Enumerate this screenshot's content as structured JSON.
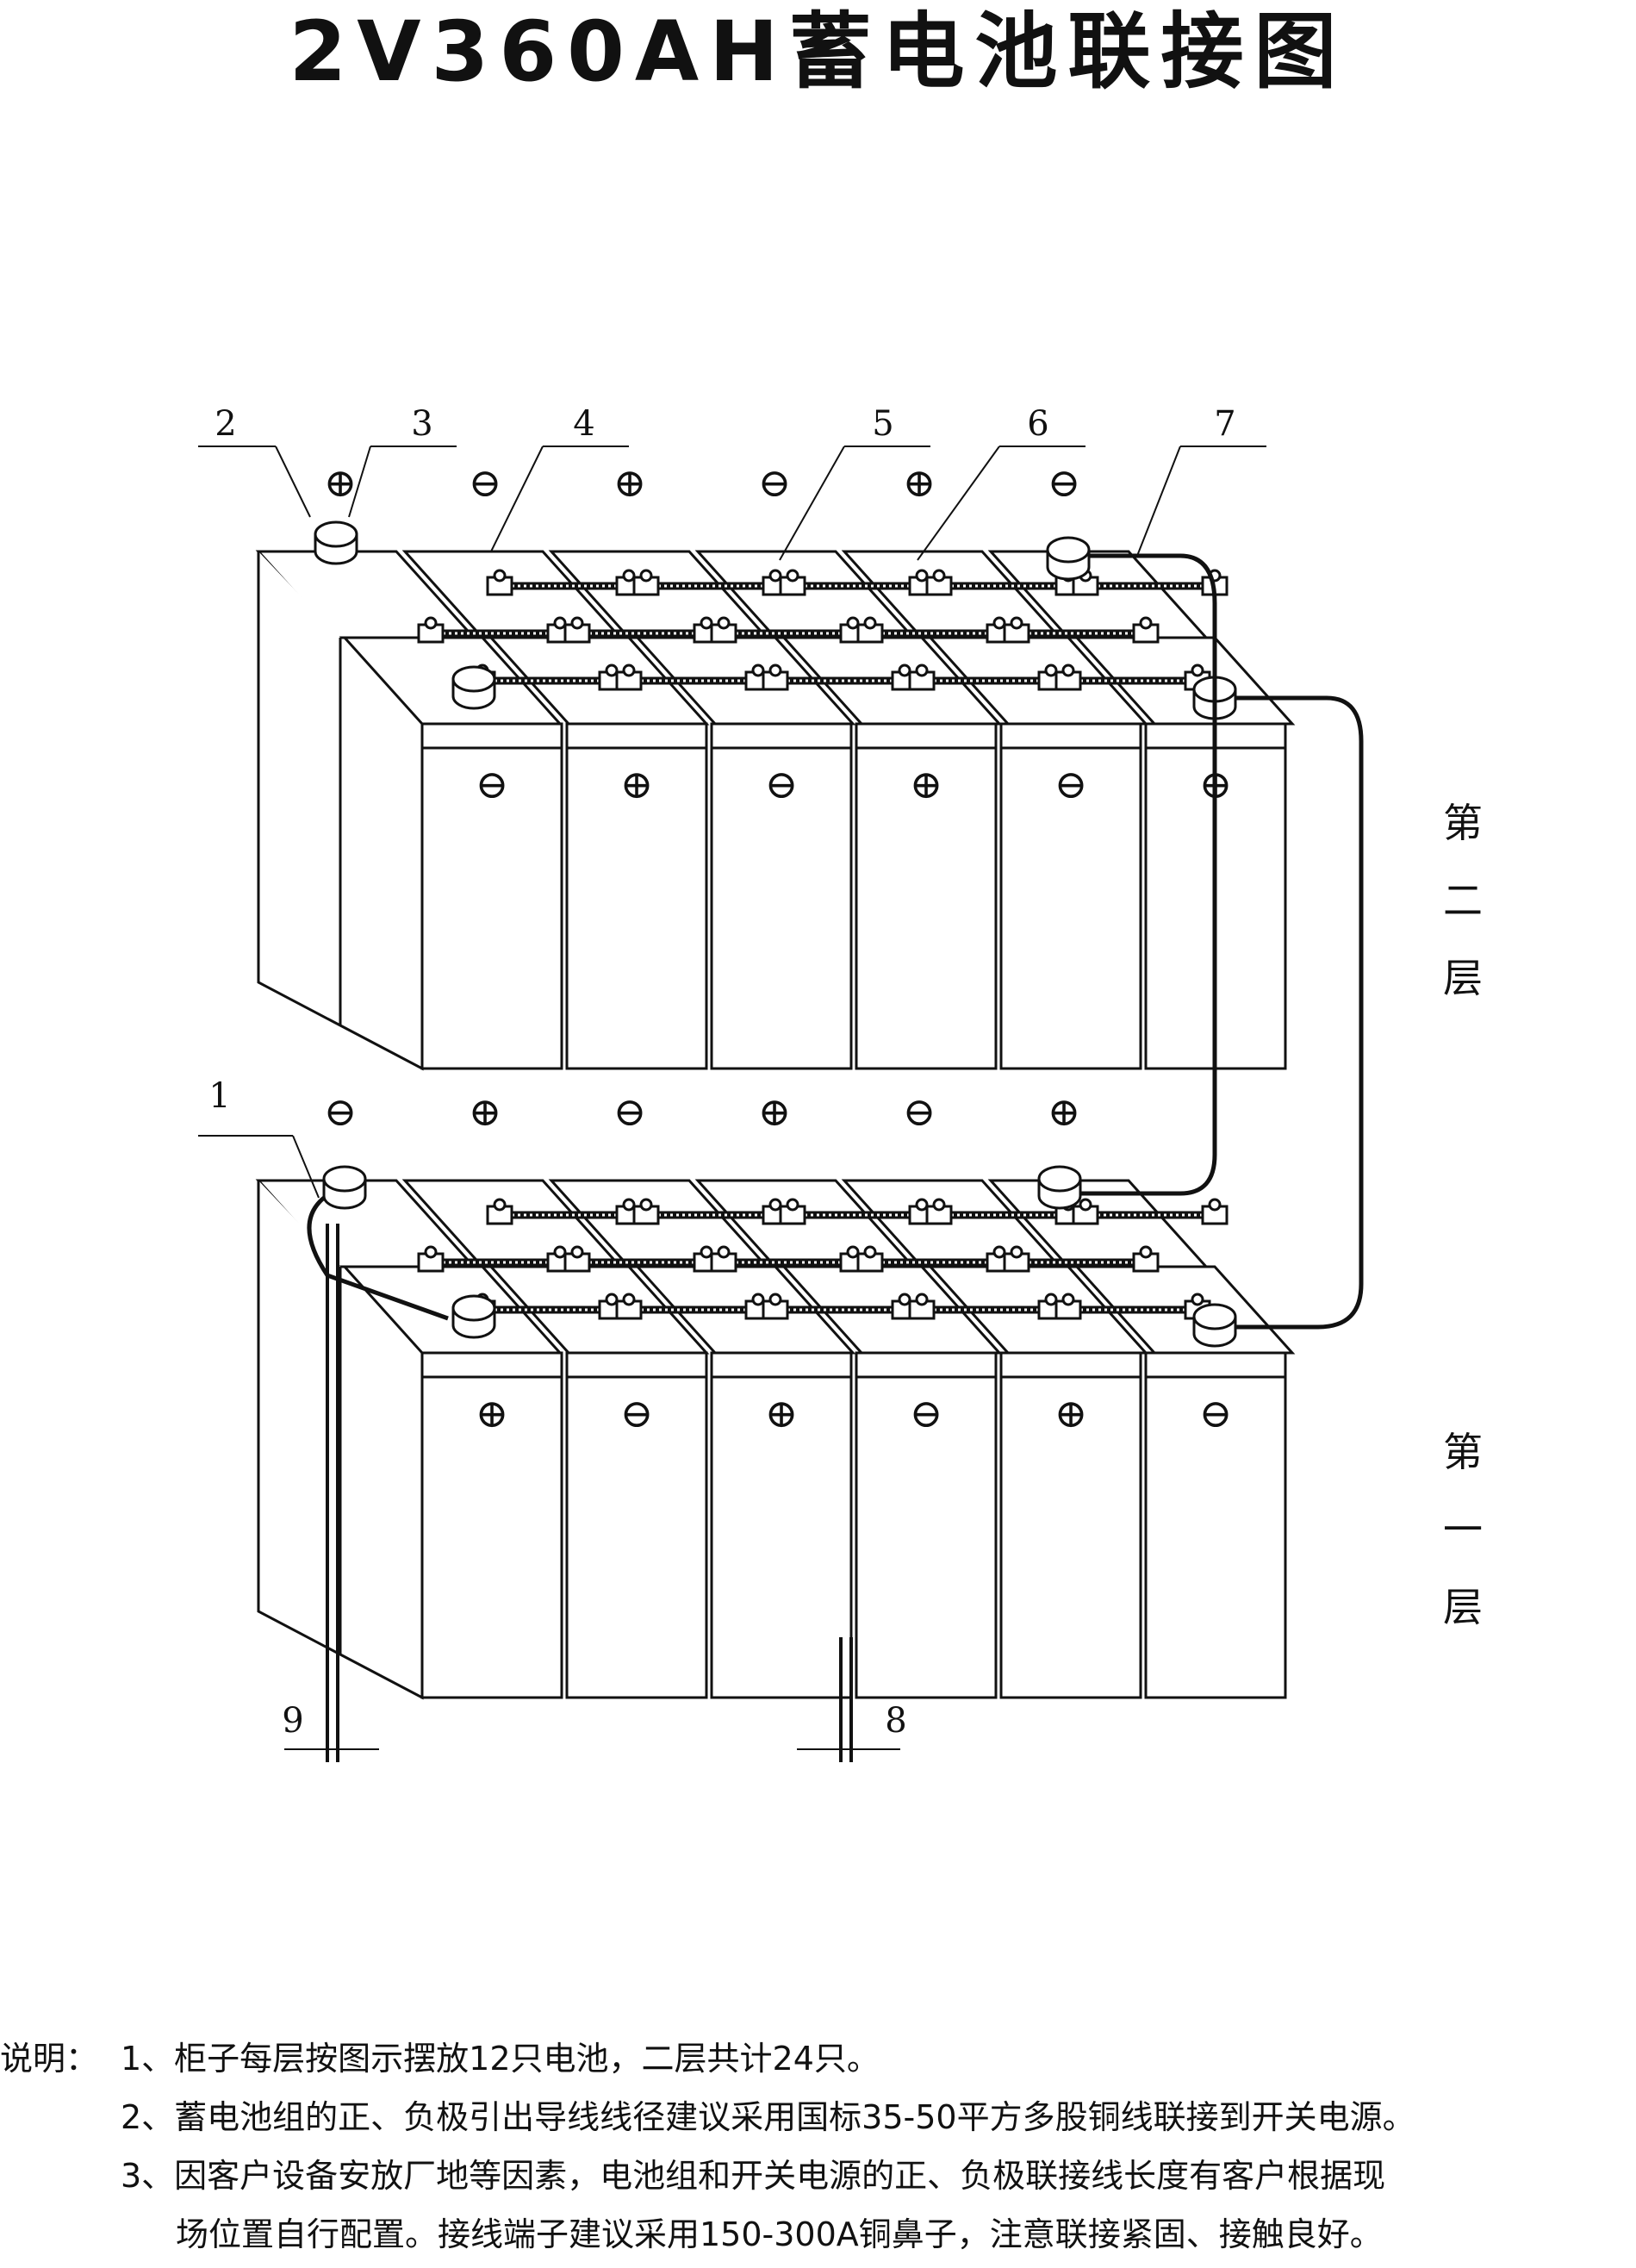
{
  "title": "2V360AH蓄电池联接图",
  "callouts": [
    "1",
    "2",
    "3",
    "4",
    "5",
    "6",
    "7",
    "8",
    "9"
  ],
  "terminals": {
    "pos": "⊕",
    "neg": "⊖"
  },
  "upper_layer": {
    "label": [
      "第",
      "二",
      "层"
    ],
    "top_symbols": [
      "pos",
      "neg",
      "pos",
      "neg",
      "pos",
      "neg"
    ],
    "front_symbols": [
      "neg",
      "pos",
      "neg",
      "pos",
      "neg",
      "pos"
    ]
  },
  "lower_layer": {
    "label": [
      "第",
      "一",
      "层"
    ],
    "top_symbols": [
      "neg",
      "pos",
      "neg",
      "pos",
      "neg",
      "pos"
    ],
    "front_symbols": [
      "pos",
      "neg",
      "pos",
      "neg",
      "pos",
      "neg"
    ]
  },
  "notes": {
    "lead": "说明：",
    "items": [
      "1、柜子每层按图示摆放12只电池，二层共计24只。",
      "2、蓄电池组的正、负极引出导线线径建议采用国标35-50平方多股铜线联接到开关电源。",
      "3、因客户设备安放厂地等因素，电池组和开关电源的正、负极联接线长度有客户根据现",
      "场位置自行配置。接线端子建议采用150-300A铜鼻子，注意联接紧固、接触良好。"
    ]
  }
}
